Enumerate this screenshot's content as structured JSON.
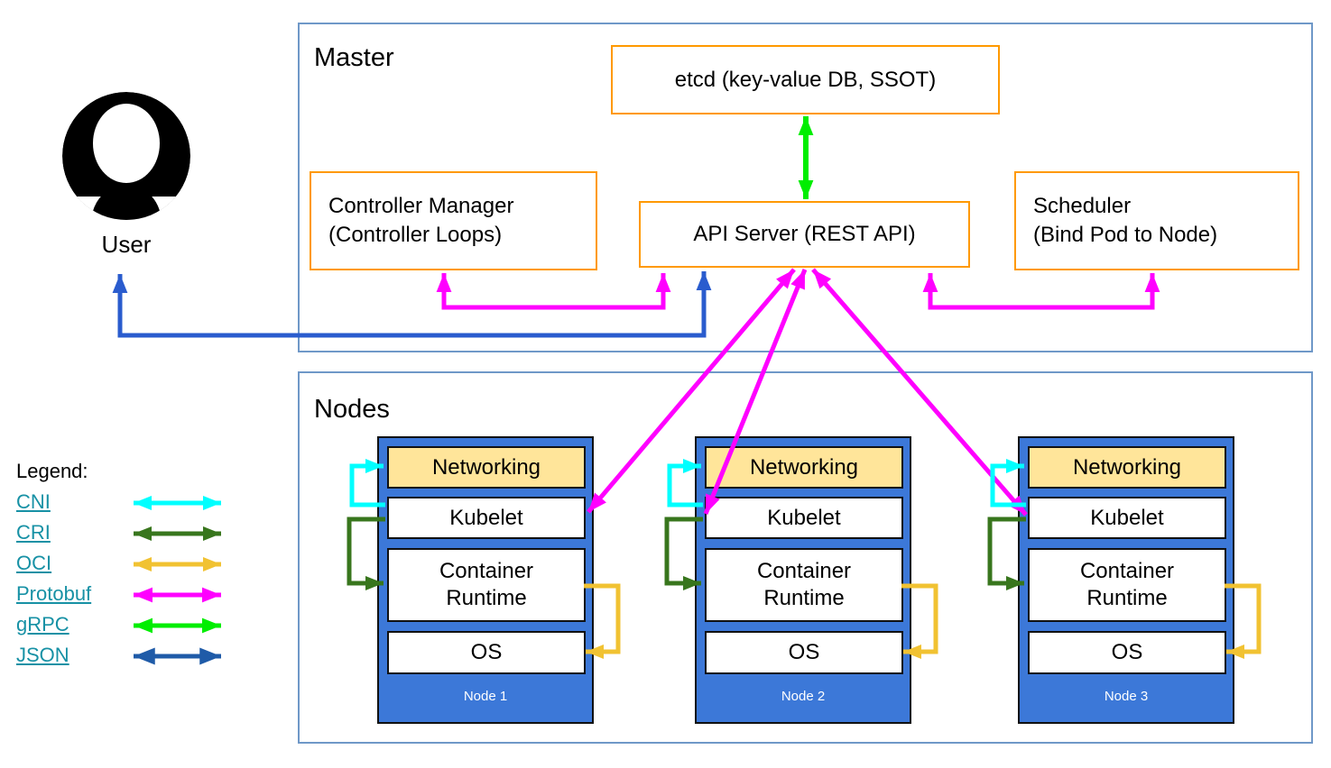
{
  "diagram": {
    "user": {
      "label": "User"
    },
    "master": {
      "title": "Master",
      "etcd_label": "etcd (key-value DB, SSOT)",
      "controller_manager_line1": "Controller Manager",
      "controller_manager_line2": "(Controller Loops)",
      "api_server_label": "API Server (REST API)",
      "scheduler_line1": "Scheduler",
      "scheduler_line2": "(Bind Pod to Node)"
    },
    "nodes_section": {
      "title": "Nodes",
      "layer_labels": {
        "networking": "Networking",
        "kubelet": "Kubelet",
        "container_runtime": "Container Runtime",
        "os": "OS"
      },
      "nodes": [
        {
          "name": "Node 1"
        },
        {
          "name": "Node 2"
        },
        {
          "name": "Node 3"
        }
      ]
    },
    "legend": {
      "title": "Legend:",
      "entries": [
        {
          "label": "CNI"
        },
        {
          "label": "CRI"
        },
        {
          "label": "OCI"
        },
        {
          "label": "Protobuf"
        },
        {
          "label": "gRPC"
        },
        {
          "label": "JSON"
        }
      ]
    },
    "palette": {
      "cni": "#00ffff",
      "cri": "#38761d",
      "oci": "#f1c232",
      "protobuf": "#ff00ff",
      "grpc": "#00ee00",
      "json": "#1f5ba8",
      "user_json_arrow": "#2a5cce",
      "orange_border": "#ff9900",
      "frame_border": "#6f98c8",
      "node_fill": "#3c78d8",
      "networking_fill": "#ffe59a",
      "link_teal": "#1791a5",
      "icon_black": "#000000"
    }
  }
}
